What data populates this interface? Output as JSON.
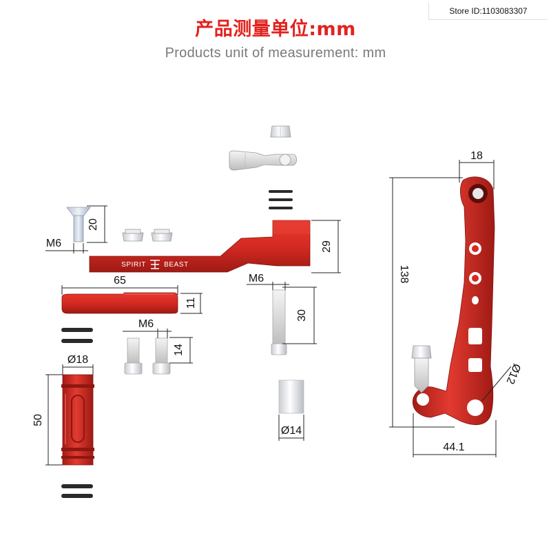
{
  "store_id": "Store ID:1103083307",
  "header": {
    "title_cn": "产品测量单位:mm",
    "subtitle_en": "Products unit of measurement: mm"
  },
  "arm": {
    "brand_left": "SPIRIT",
    "brand_right": "BEAST"
  },
  "dimensions": {
    "bolt_thread": "M6",
    "bolt_length": "20",
    "arm_height": "29",
    "arm_width": "65",
    "plate_thickness": "11",
    "spacer_thread": "M6",
    "spacer_length": "14",
    "pin_thread": "M6",
    "pin_length": "30",
    "grip_diameter": "Ø18",
    "grip_length": "50",
    "sleeve_diameter": "Ø14",
    "lever_width_top": "18",
    "lever_height": "138",
    "lever_hole_diameter": "Ø12",
    "lever_base_width": "44.1"
  },
  "colors": {
    "part_red": "#d42a22",
    "part_red_dark": "#a51c16",
    "title_red": "#e2221f",
    "metal_silver": "#e4e4e4"
  }
}
